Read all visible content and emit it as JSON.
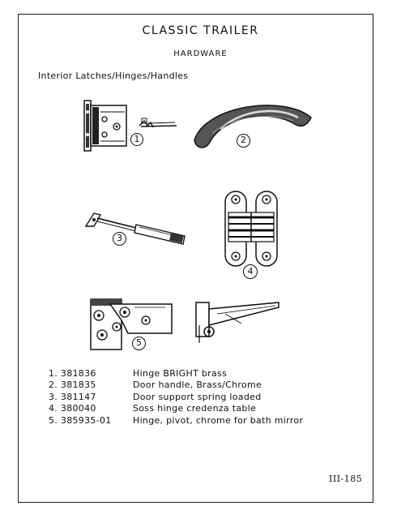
{
  "page": {
    "title": "CLASSIC TRAILER",
    "subtitle": "HARDWARE",
    "section_heading": "Interior Latches/Hinges/Handles",
    "page_number": "III-185"
  },
  "figures": [
    {
      "callout": "1",
      "icon": "cabinet-hinge-icon"
    },
    {
      "callout": "2",
      "icon": "door-handle-icon"
    },
    {
      "callout": "3",
      "icon": "door-support-icon"
    },
    {
      "callout": "4",
      "icon": "soss-hinge-icon"
    },
    {
      "callout": "5",
      "icon": "pivot-hinge-icon"
    }
  ],
  "parts": [
    {
      "number": "1. 381836",
      "description": "Hinge BRIGHT brass"
    },
    {
      "number": "2. 381835",
      "description": "Door handle, Brass/Chrome"
    },
    {
      "number": "3. 381147",
      "description": "Door support spring loaded"
    },
    {
      "number": "4. 380040",
      "description": "Soss hinge credenza table"
    },
    {
      "number": "5. 385935-01",
      "description": "Hinge, pivot, chrome for bath mirror"
    }
  ]
}
